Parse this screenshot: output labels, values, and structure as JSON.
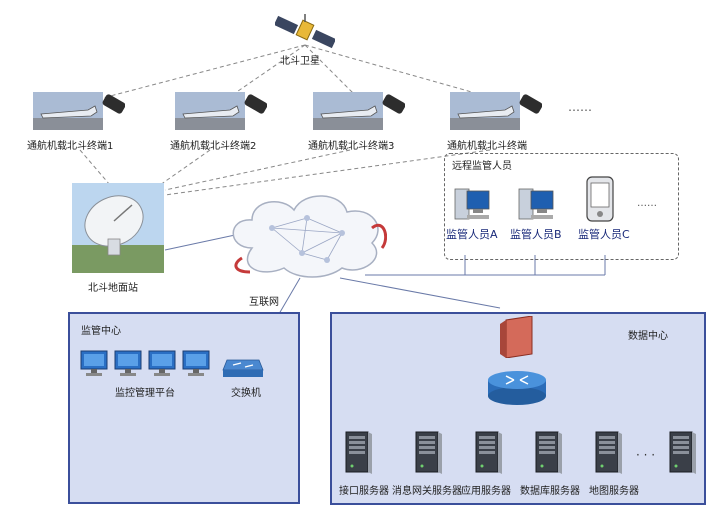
{
  "satellite": {
    "label": "北斗卫星",
    "icon": "satellite-icon"
  },
  "terminals": [
    {
      "label": "通航机载北斗终端1",
      "icon": "aircraft-terminal-icon"
    },
    {
      "label": "通航机载北斗终端2",
      "icon": "aircraft-terminal-icon"
    },
    {
      "label": "通航机载北斗终端3",
      "icon": "aircraft-terminal-icon"
    },
    {
      "label": "通航机载北斗终端",
      "icon": "aircraft-terminal-icon"
    }
  ],
  "terminal_ellipsis": "……",
  "ground_station": {
    "label": "北斗地面站",
    "icon": "satellite-dish-icon"
  },
  "internet": {
    "label": "互联网",
    "icon": "cloud-network-icon"
  },
  "remote_supervisors": {
    "title": "远程监管人员",
    "people": [
      {
        "label": "监管人员A",
        "icon": "desktop-computer-icon"
      },
      {
        "label": "监管人员B",
        "icon": "desktop-computer-icon"
      },
      {
        "label": "监管人员C",
        "icon": "mobile-device-icon"
      }
    ],
    "ellipsis": "……"
  },
  "monitor_center": {
    "title": "监管中心",
    "platform_label": "监控管理平台",
    "switch_label": "交换机",
    "monitor_count": 4,
    "colors": {
      "bg": "#d6ddf2",
      "border": "#3b4f9b"
    }
  },
  "data_center": {
    "title": "数据中心",
    "servers": [
      {
        "label": "接口服务器"
      },
      {
        "label": "消息网关服务器"
      },
      {
        "label": "应用服务器"
      },
      {
        "label": "数据库服务器"
      },
      {
        "label": "地图服务器"
      }
    ],
    "ellipsis": "· · ·",
    "icons": {
      "firewall": "firewall-icon",
      "router": "router-icon",
      "server": "server-tower-icon"
    }
  }
}
